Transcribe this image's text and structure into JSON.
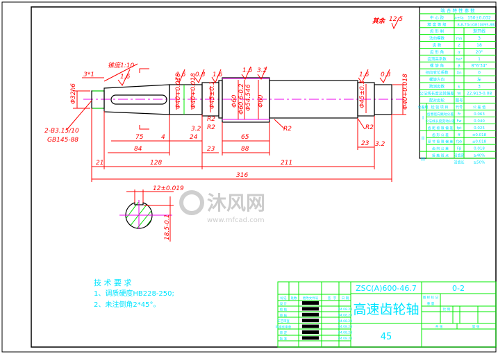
{
  "drawing": {
    "title": "高速齿轮轴",
    "drawing_number": "ZSC(A)600-46.7",
    "material": "45",
    "sheet_code": "0-2",
    "colors": {
      "dimension": "#ff0000",
      "outline": "#000000",
      "table_lines": "#00ee00",
      "table_text": "#00e5ff",
      "centerline": "#ee00ee"
    }
  },
  "annotations": {
    "taper": "锥度1:10",
    "chamfer_left": "3*1",
    "center_hole_dia": "Φ32h6",
    "center_hole_spec": "2-B3.15/10",
    "center_hole_std": "GB145-88",
    "rough_general": "12.5",
    "rough_general_label": "其余",
    "rough_list": [
      "1.6",
      "1.6",
      "0.8",
      "1.6",
      "1.6",
      "3.2",
      "1.6",
      "0.8",
      "3.2",
      "3.2"
    ],
    "dia_labels": [
      "Φ40+0.018",
      "Φ40+0.018",
      "Φ45±0.1",
      "Φ60",
      "Φ60.6-0.2",
      "Φ54.546",
      "Φ60",
      "Φ45±0.1",
      "Φ40+0.018"
    ],
    "radii": [
      "R2",
      "R2",
      "R2",
      "R2"
    ],
    "dims": [
      "75",
      "4",
      "24",
      "84",
      "23",
      "88",
      "65",
      "21",
      "128",
      "23",
      "211",
      "316"
    ],
    "key_width": "12±0.019",
    "key_depth": "18.5-0.1"
  },
  "tech_requirements": {
    "heading": "技 术 要 求",
    "items": [
      "1、调质硬度HB228-250;",
      "2、未注倒角2*45°。"
    ]
  },
  "param_table": {
    "title": "啮 合 特 性 参 数",
    "rows": [
      [
        "中 心 距",
        "a±fa",
        "150±0.032"
      ],
      [
        "精 度 等 级",
        "8-8-7Dc(GB10095-88)",
        ""
      ],
      [
        "齿 形 制",
        "",
        "渐开线"
      ],
      [
        "法向模数",
        "mn",
        "3"
      ],
      [
        "齿 数",
        "Z",
        "18"
      ],
      [
        "齿 形 角",
        "α",
        "20°"
      ],
      [
        "齿顶高系数",
        "ha*",
        "1"
      ],
      [
        "螺 旋 角",
        "β",
        "8°6'34\""
      ],
      [
        "径向变位系数",
        "Xn",
        "0"
      ],
      [
        "螺旋方向",
        "",
        "左"
      ],
      [
        "跨测齿数",
        "k",
        "3"
      ],
      [
        "公法线长度及其偏差",
        "W",
        "22.913-0.08"
      ],
      [
        "配对齿轮",
        "图号",
        ""
      ]
    ],
    "check_header": [
      "公差组",
      "检 验 项 目",
      "代号",
      "公 差 值"
    ],
    "check_rows": [
      [
        "I",
        "齿圈径向跳动公差",
        "Fr",
        "0.063"
      ],
      [
        "",
        "公法线长度变动公差",
        "Fw",
        "0.040"
      ],
      [
        "",
        "齿 距 极 限 偏 差",
        "fpt",
        "0.025"
      ],
      [
        "II",
        "齿 形 公 差",
        "ff",
        "±0.018"
      ],
      [
        "",
        "基 节 极 限 偏 差",
        "fpb",
        "±0.018"
      ],
      [
        "",
        "齿 向 公 差",
        "Fβ",
        "0.018"
      ],
      [
        "III",
        "接 触 斑 点",
        "沿齿高",
        "≥40%"
      ],
      [
        "",
        "",
        "沿齿长",
        "≥50%"
      ]
    ]
  },
  "title_block": {
    "header_cells": [
      "标记",
      "处数",
      "更改文件号",
      "签",
      "字",
      "日 期"
    ],
    "role_labels": [
      "设 计",
      "校 核",
      "审 核",
      "工艺审查",
      "标准化审查",
      "审 定",
      "批 准"
    ],
    "dates": [
      "04.08.23",
      "04.08.23",
      "04.08.23",
      "04.08.23",
      "04.08.23",
      "04.08.23"
    ],
    "right_labels": [
      "图 样 标 记",
      "重 量",
      "比 例",
      "共 张",
      "第 张"
    ]
  },
  "watermark": {
    "brand": "沐风网",
    "url": "www.mfcad.com"
  }
}
